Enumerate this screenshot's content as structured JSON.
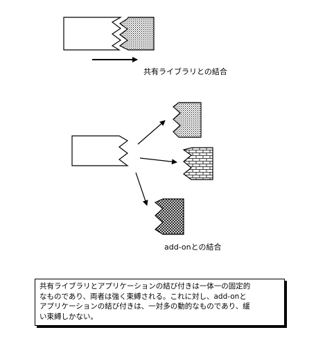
{
  "labels": {
    "shared_library": "共有ライブラリとの結合",
    "addon": "add-onとの結合"
  },
  "caption": {
    "text": "共有ライブラリとアプリケーションの結び付きは一体一の固定的\nなものであり、両者は強く束縛される。これに対し、add-onと\nアプリケーションの結び付きは、一対多の動的なものであり、緩\nい束縛しかない。"
  },
  "colors": {
    "ink": "#000000",
    "paper": "#ffffff"
  }
}
